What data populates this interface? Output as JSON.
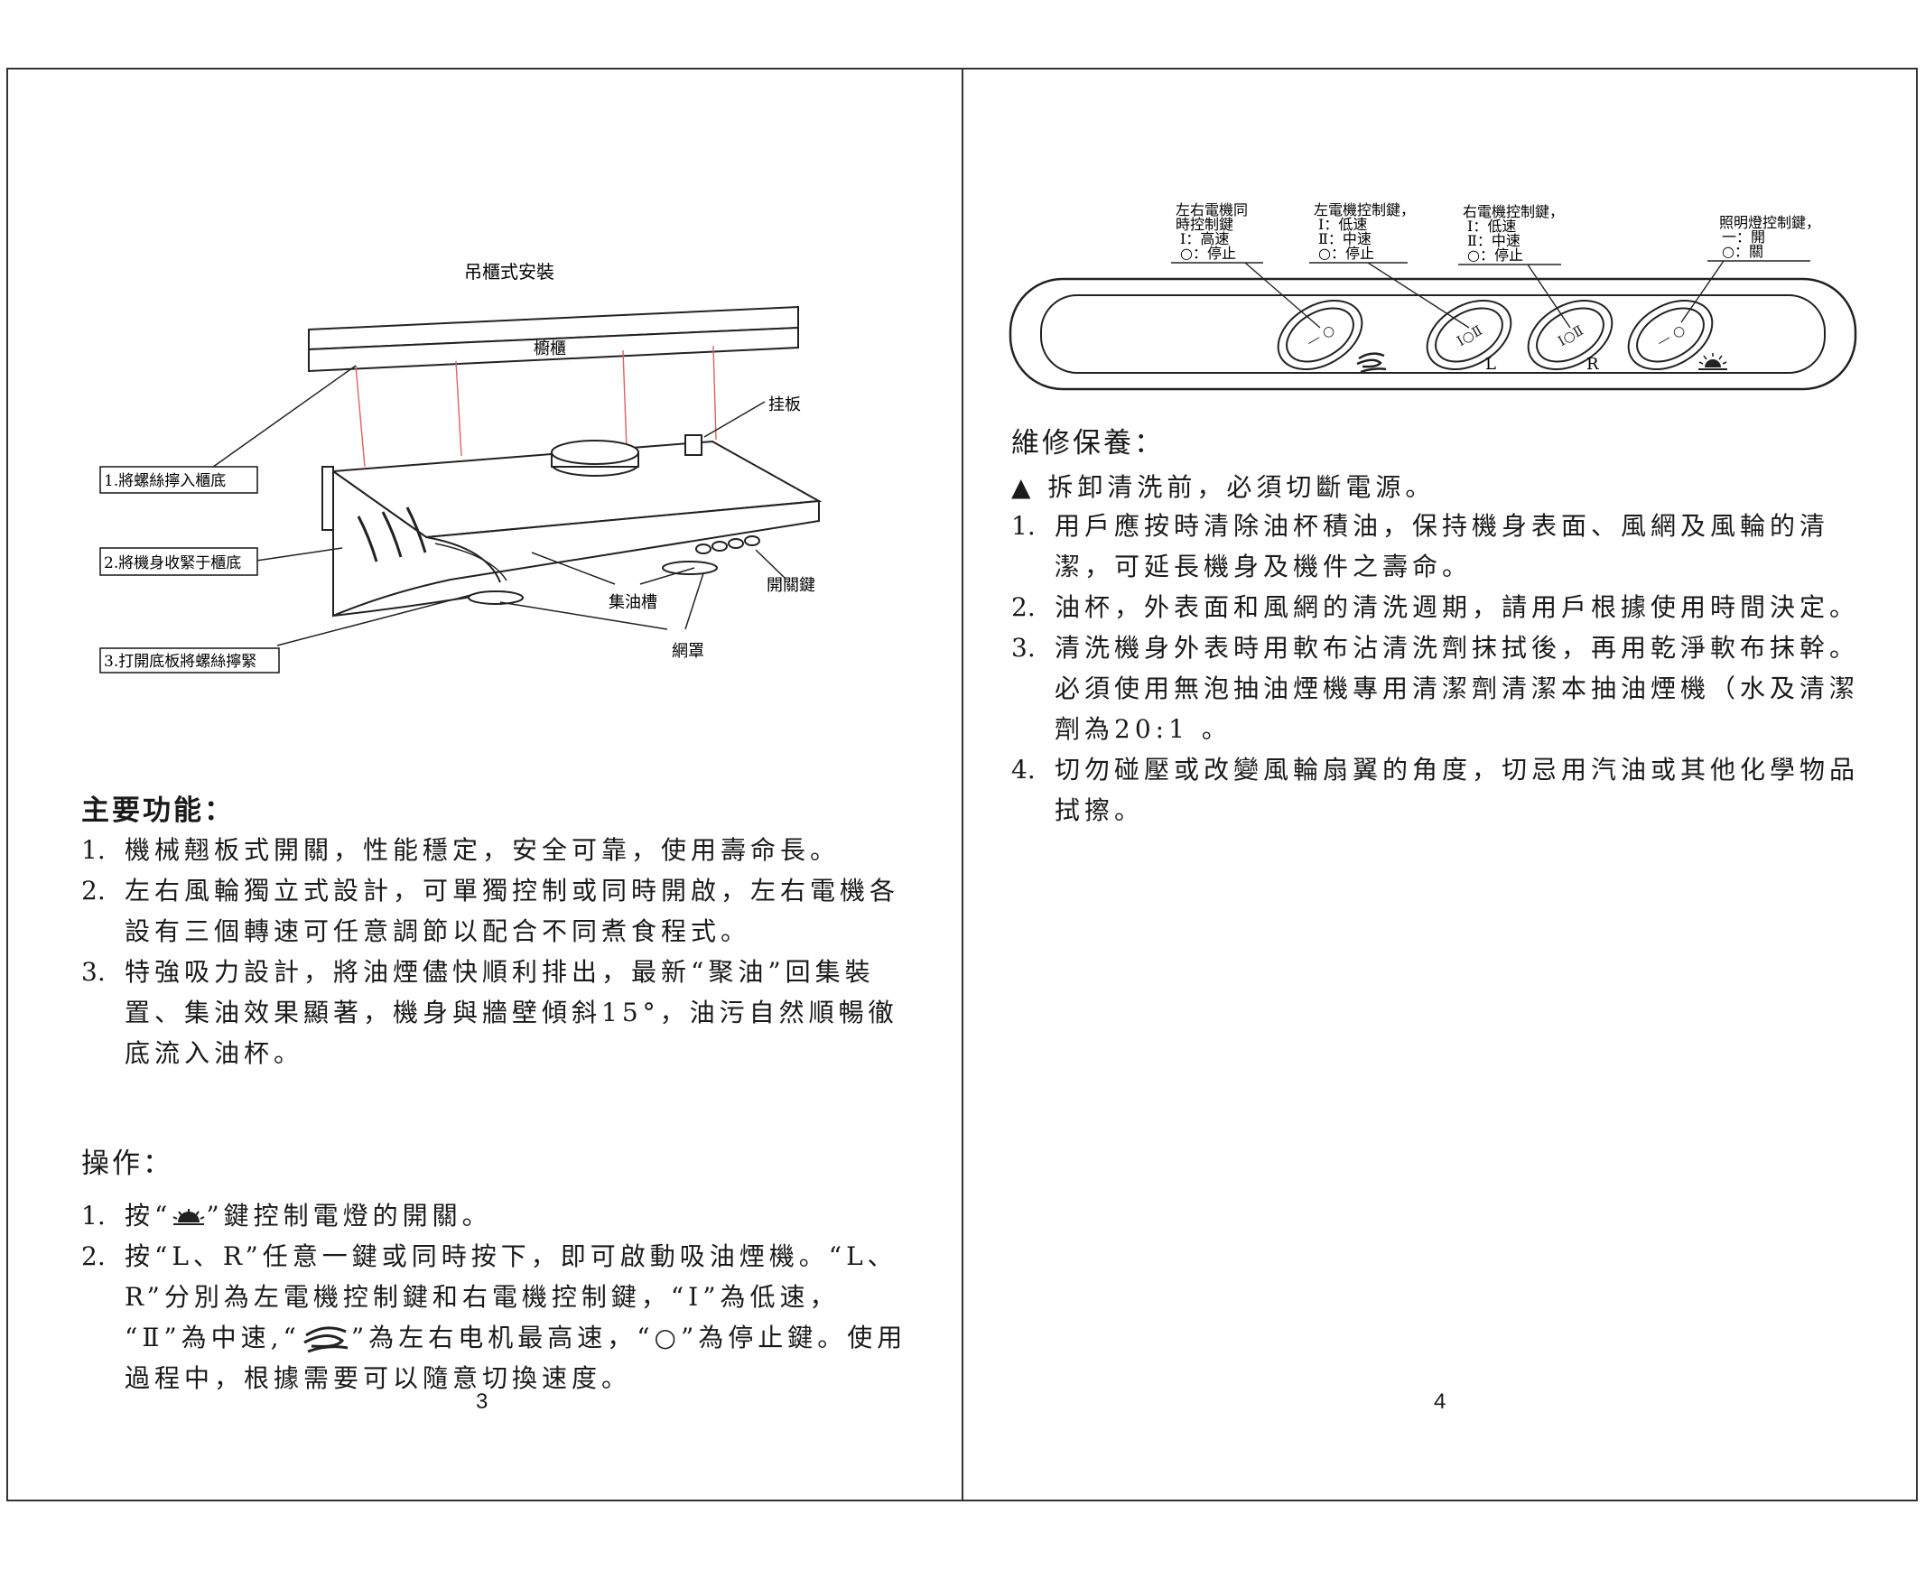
{
  "left_page": {
    "diagram": {
      "title": "吊櫃式安裝",
      "cabinet": "櫥櫃",
      "plate": "挂板",
      "switch_key": "開關鍵",
      "oil_tank": "集油槽",
      "mesh": "網罩",
      "step1": "1.將螺絲擰入櫃底",
      "step2": "2.將機身收緊于櫃底",
      "step3": "3.打開底板將螺絲擰緊"
    },
    "features_title": "主要功能：",
    "features": [
      {
        "num": "1.",
        "lines": [
          "機械翹板式開關，性能穩定，安全可靠，使用壽命長。"
        ]
      },
      {
        "num": "2.",
        "lines": [
          "左右風輪獨立式設計，可單獨控制或同時開啟，左右電機各",
          "設有三個轉速可任意調節以配合不同煮食程式。"
        ]
      },
      {
        "num": "3.",
        "lines": [
          "特強吸力設計，將油煙儘快順利排出，最新“聚油”回集裝",
          "置、集油效果顯著，機身與牆壁傾斜15°，油污自然順暢徹",
          "底流入油杯。"
        ]
      }
    ],
    "operation_title": "操作：",
    "op1_num": "1.",
    "op1_pre": "按“",
    "op1_post": "”鍵控制電燈的開關。",
    "op2_num": "2.",
    "op2_line1": "按“L、R”任意一鍵或同時按下，即可啟動吸油煙機。“L、",
    "op2_line2": "R”分別為左電機控制鍵和右電機控制鍵，“Ⅰ”為低速，",
    "op2_line3_pre": "“Ⅱ”為中速,“",
    "op2_line3_post": "”為左右电机最高速，“○”為停止鍵。使用",
    "op2_line4": "過程中，根據需要可以隨意切換速度。",
    "page_number": "3"
  },
  "right_page": {
    "panel": {
      "sync_key": [
        "左右電機同",
        "時控制鍵",
        "Ⅰ：高速",
        "○：停止"
      ],
      "left_key": [
        "左電機控制鍵，",
        "Ⅰ：低速",
        "Ⅱ：中速",
        "○：停止"
      ],
      "right_key": [
        "右電機控制鍵，",
        "Ⅰ：低速",
        "Ⅱ：中速",
        "○：停止"
      ],
      "light_key": [
        "照明燈控制鍵，",
        "一：開",
        "○：關"
      ],
      "label_l": "L",
      "label_r": "R"
    },
    "maintenance_title": "維修保養：",
    "warning": "▲ 拆卸清洗前，必須切斷電源。",
    "items": [
      {
        "num": "1.",
        "lines": [
          "用戶應按時清除油杯積油，保持機身表面、風網及風輪的清",
          "潔，可延長機身及機件之壽命。"
        ]
      },
      {
        "num": "2.",
        "lines": [
          "油杯，外表面和風網的清洗週期，請用戶根據使用時間決定。"
        ]
      },
      {
        "num": "3.",
        "lines": [
          "清洗機身外表時用軟布沾清洗劑抹拭後，再用乾淨軟布抹幹。",
          "必須使用無泡抽油煙機專用清潔劑清潔本抽油煙機（水及清潔",
          "劑為20:1 。"
        ]
      },
      {
        "num": "4.",
        "lines": [
          "切勿碰壓或改變風輪扇翼的角度，切忌用汽油或其他化學物品",
          "拭擦。"
        ]
      }
    ],
    "page_number": "4"
  }
}
